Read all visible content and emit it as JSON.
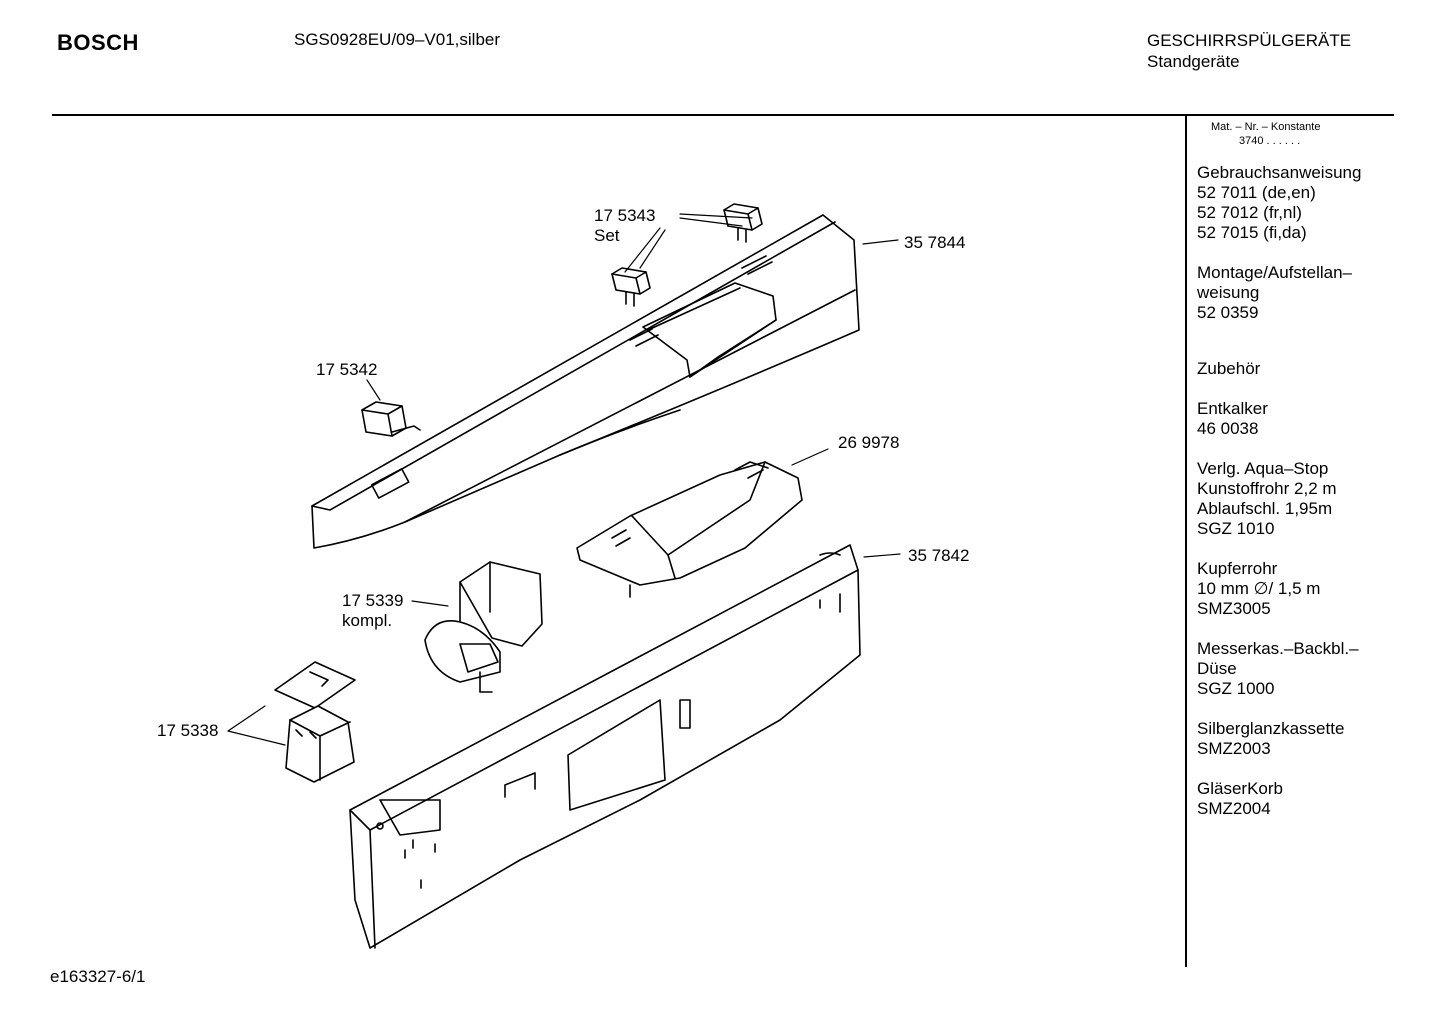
{
  "header": {
    "brand": "BOSCH",
    "model": "SGS0928EU/09–V01,silber",
    "category_line1": "GESCHIRRSPÜLGERÄTE",
    "category_line2": "Standgeräte"
  },
  "footer": {
    "doc_id": "e163327-6/1"
  },
  "sidebar": {
    "mat_header": "Mat. – Nr. – Konstante",
    "mat_value": "3740 . .   . . . .",
    "sections": [
      {
        "id": "gebrauchsanweisung",
        "lines": [
          "Gebrauchsanweisung",
          "52 7011 (de,en)",
          "52 7012 (fr,nl)",
          "52 7015 (fi,da)"
        ]
      },
      {
        "id": "montage",
        "lines": [
          "Montage/Aufstellan–",
          "weisung",
          "52 0359"
        ]
      },
      {
        "id": "zubehoer",
        "lines": [
          "Zubehör"
        ]
      },
      {
        "id": "entkalker",
        "lines": [
          "Entkalker",
          "46 0038"
        ]
      },
      {
        "id": "aqua-stop",
        "lines": [
          "Verlg. Aqua–Stop",
          "Kunstoffrohr 2,2 m",
          "Ablaufschl. 1,95m",
          "SGZ 1010"
        ]
      },
      {
        "id": "kupferrohr",
        "lines": [
          "Kupferrohr",
          "10 mm ∅/ 1,5 m",
          "SMZ3005"
        ]
      },
      {
        "id": "messerkas",
        "lines": [
          "Messerkas.–Backbl.–",
          "Düse",
          "SGZ 1000"
        ]
      },
      {
        "id": "silberglanz",
        "lines": [
          "Silberglanzkassette",
          "SMZ2003"
        ]
      },
      {
        "id": "glaeserkorb",
        "lines": [
          "GläserKorb",
          "SMZ2004"
        ]
      }
    ]
  },
  "parts": {
    "p175343": {
      "number": "17 5343",
      "note": "Set"
    },
    "p357844": {
      "number": "35 7844"
    },
    "p175342": {
      "number": "17 5342"
    },
    "p269978": {
      "number": "26 9978"
    },
    "p357842": {
      "number": "35 7842"
    },
    "p175339": {
      "number": "17 5339",
      "note": "kompl."
    },
    "p175338": {
      "number": "17 5338"
    }
  }
}
